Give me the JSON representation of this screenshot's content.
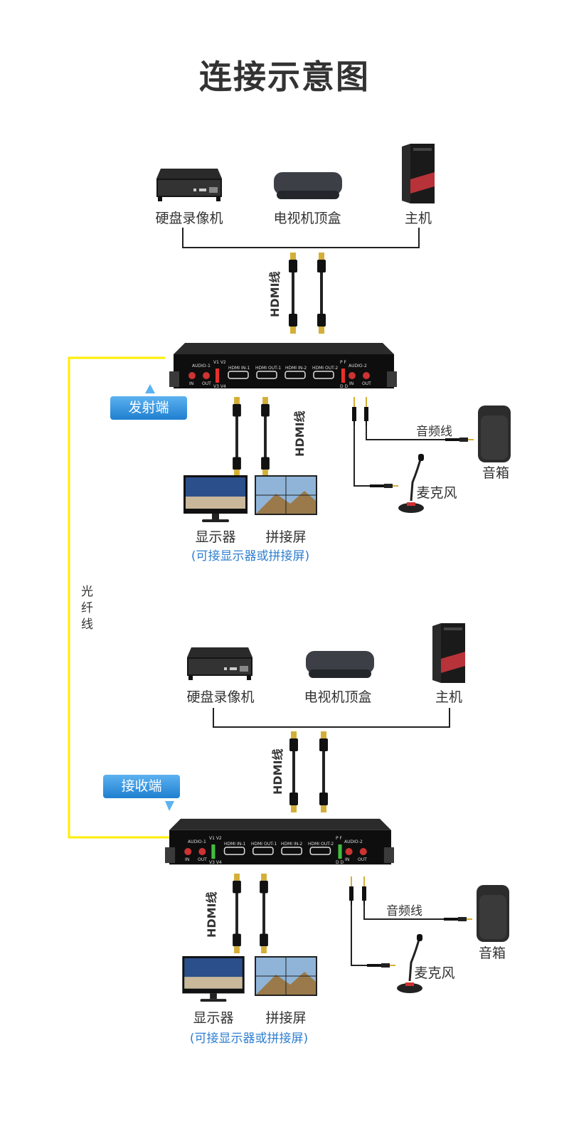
{
  "title": "连接示意图",
  "sources": [
    "硬盘录像机",
    "电视机顶盒",
    "主机"
  ],
  "cable_label": "HDMI线",
  "fiber_label": "光纤线",
  "transmitter": {
    "badge": "发射端",
    "led_color": "#e8302a"
  },
  "receiver": {
    "badge": "接收端",
    "led_color": "#3fbf3f"
  },
  "outputs": [
    "显示器",
    "拼接屏"
  ],
  "output_note": "(可接显示器或拼接屏)",
  "audio_cable": "音频线",
  "speaker": "音箱",
  "mic": "麦克风",
  "device_ports": {
    "audio1": "AUDIO-1",
    "audio2": "AUDIO-2",
    "in": "IN",
    "out": "OUT",
    "hdmi_in1": "HDMI IN-1",
    "hdmi_out1": "HDMI OUT-1",
    "hdmi_in2": "HDMI IN-2",
    "hdmi_out2": "HDMI OUT-2",
    "v12": "V1 V2",
    "v34": "V3 V4",
    "pf": "P F",
    "dd": "D D"
  },
  "colors": {
    "fiber": "#ffee00",
    "badge": "#2a86d6",
    "note": "#2f7fd0"
  }
}
